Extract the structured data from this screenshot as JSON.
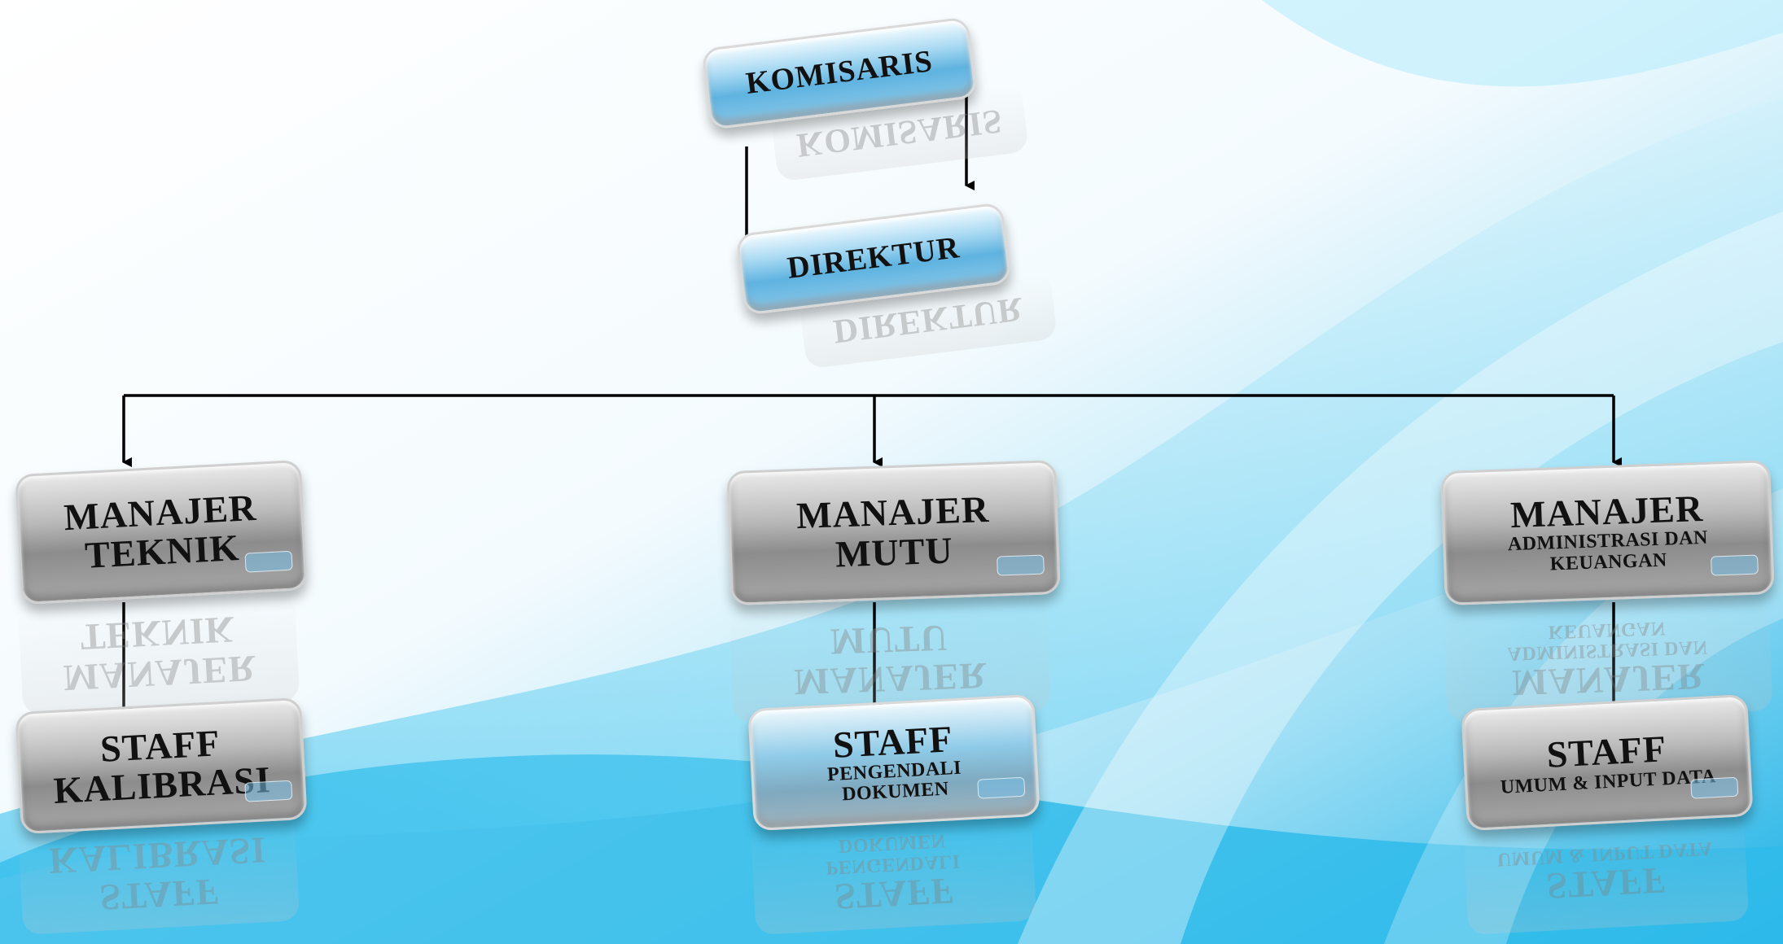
{
  "org_chart": {
    "komisaris": {
      "label": "KOMISARIS"
    },
    "direktur": {
      "label": "DIREKTUR"
    },
    "manajer_teknik": {
      "title": "MANAJER",
      "subtitle": "TEKNIK"
    },
    "manajer_mutu": {
      "title": "MANAJER",
      "subtitle": "MUTU"
    },
    "manajer_admin": {
      "title": "MANAJER",
      "subtitle_line1": "ADMINISTRASI DAN",
      "subtitle_line2": "KEUANGAN"
    },
    "staff_kalibrasi": {
      "title": "STAFF",
      "subtitle": "KALIBRASI"
    },
    "staff_pengendali": {
      "title": "STAFF",
      "subtitle_line1": "PENGENDALI",
      "subtitle_line2": "DOKUMEN"
    },
    "staff_umum": {
      "title": "STAFF",
      "subtitle": "UMUM & INPUT DATA"
    }
  },
  "colors": {
    "box_grey": "#a0a0a0",
    "box_blue": "#6fbde6",
    "connector": "#000000",
    "background_accent": "#22b5e6"
  }
}
